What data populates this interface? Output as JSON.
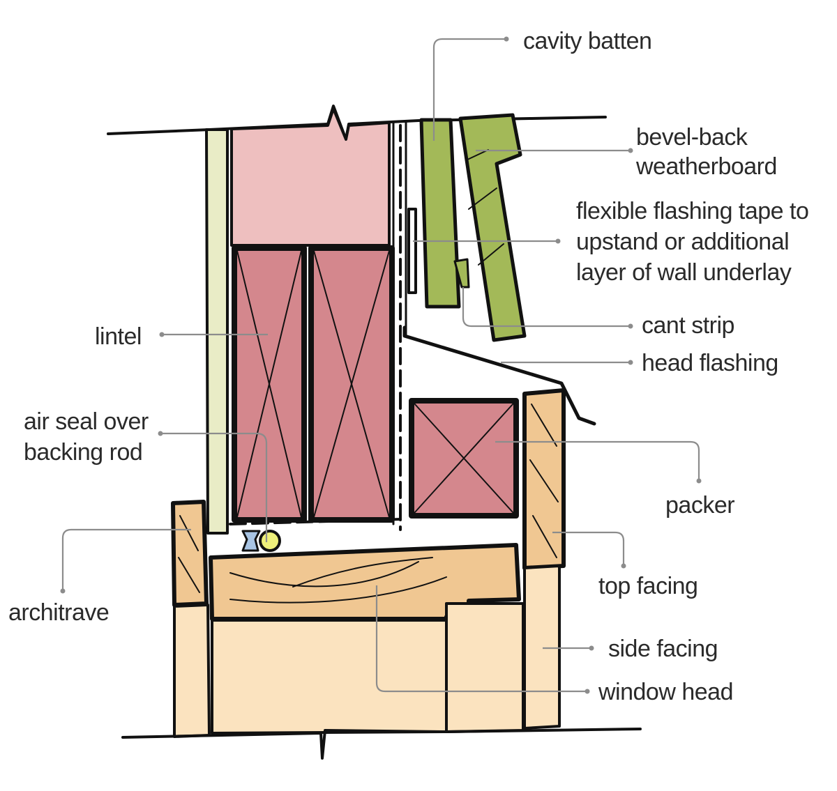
{
  "labels": {
    "cavity_batten": "cavity batten",
    "bevel_back_weatherboard": [
      "bevel-back",
      "weatherboard"
    ],
    "flexible_flashing_tape": [
      "flexible flashing tape to",
      "upstand or additional",
      "layer of wall underlay"
    ],
    "cant_strip": "cant strip",
    "head_flashing": "head flashing",
    "lintel": "lintel",
    "air_seal": [
      "air seal over",
      "backing rod"
    ],
    "packer": "packer",
    "top_facing": "top facing",
    "architrave": "architrave",
    "side_facing": "side facing",
    "window_head": "window head"
  },
  "colors": {
    "framing": "#d4878d",
    "framing_light": "#eebfbf",
    "timber": "#f0c792",
    "timber_light": "#fbe3bf",
    "cladding": "#a3b958",
    "lining": "#e9ecc6",
    "backing_rod": "#a8c4e3",
    "air_seal": "#eef07a",
    "leader": "#8c8c8c"
  }
}
